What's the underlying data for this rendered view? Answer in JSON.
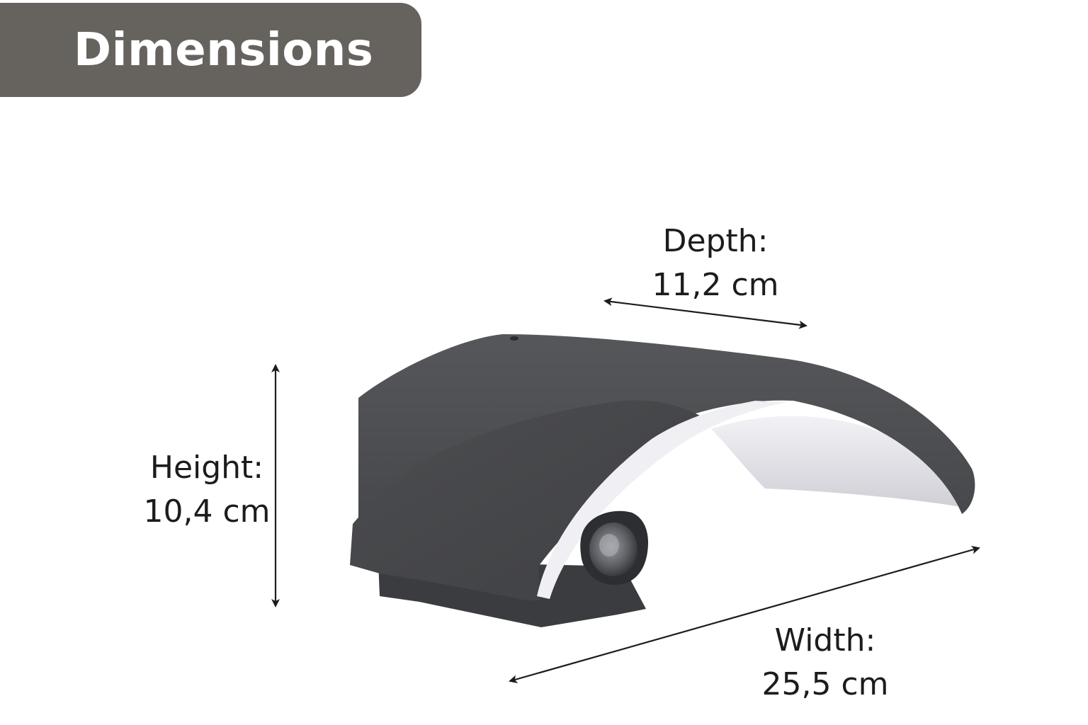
{
  "header": {
    "title": "Dimensions"
  },
  "dimensions": {
    "depth": {
      "label": "Depth:",
      "value": "11,2 cm"
    },
    "height": {
      "label": "Height:",
      "value": "10,4 cm"
    },
    "width": {
      "label": "Width:",
      "value": "25,5 cm"
    }
  },
  "colors": {
    "badge_background": "#66635e",
    "badge_text": "#ffffff",
    "lamp_body": "#4a4b4e",
    "diffuser": "#e4e4ea",
    "text": "#1c1c1c"
  },
  "product": {
    "icon": "outdoor-wall-lamp-with-motion-sensor"
  }
}
